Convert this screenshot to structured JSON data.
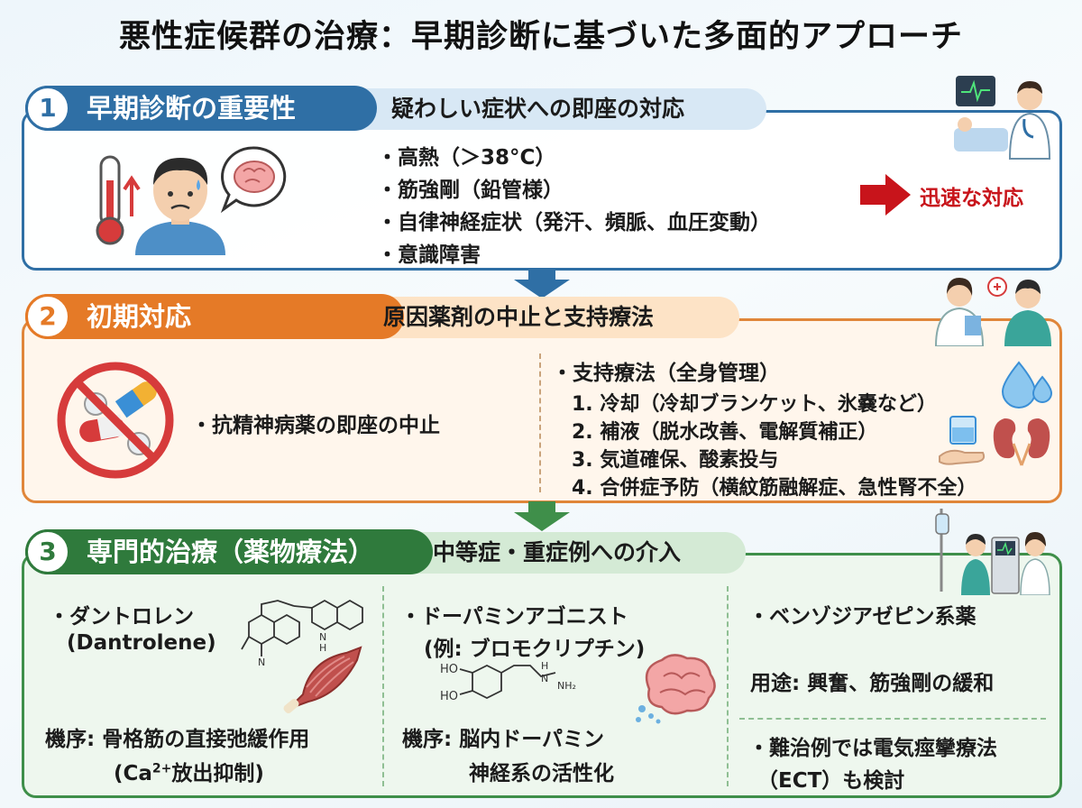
{
  "title": "悪性症候群の治療：早期診断に基づいた多面的アプローチ",
  "colors": {
    "blue": "#2f6fa5",
    "orange": "#e57a27",
    "green": "#2f7a3c",
    "red": "#c8141b"
  },
  "section1": {
    "number": "1",
    "heading": "早期診断の重要性",
    "subheading": "疑わしい症状への即座の対応",
    "symptoms": [
      "・高熱（＞38°C）",
      "・筋強剛（鉛管様）",
      "・自律神経症状（発汗、頻脈、血圧変動）",
      "・意識障害"
    ],
    "action": "迅速な対応",
    "icons": [
      "thermometer-icon",
      "patient-icon",
      "brain-icon",
      "doctor-monitor-icon"
    ]
  },
  "section2": {
    "number": "2",
    "heading": "初期対応",
    "subheading": "原因薬剤の中止と支持療法",
    "left_item": "・抗精神病薬の即座の中止",
    "support_title": "・支持療法（全身管理）",
    "support_items": [
      "1.  冷却（冷却ブランケット、氷嚢など）",
      "2.  補液（脱水改善、電解質補正）",
      "3.  気道確保、酸素投与",
      "4.  合併症予防（横紋筋融解症、急性腎不全）"
    ],
    "icons": [
      "no-pills-icon",
      "medical-team-icon",
      "water-drop-icon",
      "kidney-icon",
      "hand-water-icon"
    ]
  },
  "section3": {
    "number": "3",
    "heading": "専門的治療（薬物療法）",
    "subheading": "中等症・重症例への介入",
    "col1": {
      "name": "・ダントロレン",
      "latin": "(Dantrolene)",
      "mech1": "機序: 骨格筋の直接弛緩作用",
      "mech2_pre": "(Ca",
      "mech2_sup": "2+",
      "mech2_post": "放出抑制)"
    },
    "col2": {
      "name": "・ドーパミンアゴニスト",
      "example": "(例: ブロモクリプチン)",
      "mech1": "機序: 脳内ドーパミン",
      "mech2": "神経系の活性化",
      "molecule_labels": [
        "HO",
        "HO",
        "H",
        "N",
        "NH₂"
      ]
    },
    "col3": {
      "name": "・ベンゾジアゼピン系薬",
      "usage": "用途: 興奮、筋強剛の緩和",
      "ect1": "・難治例では電気痙攣療法",
      "ect2": "（ECT）も検討"
    },
    "icons": [
      "icu-team-icon",
      "molecule-icon",
      "muscle-icon",
      "brain-icon"
    ]
  }
}
